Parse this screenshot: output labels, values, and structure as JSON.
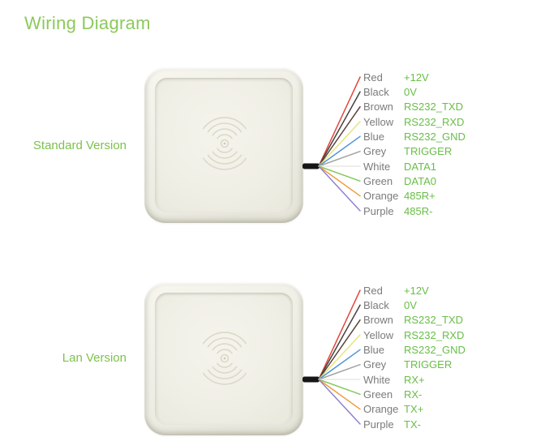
{
  "page": {
    "title": "Wiring Diagram",
    "background": "#ffffff",
    "title_green": "#8cc95c",
    "signal_green": "#68be47",
    "label_grey": "#7b7b7b"
  },
  "sections": [
    {
      "version_label": "Standard Version",
      "device": "rfid-reader-panel",
      "wires": [
        {
          "color": "Red",
          "hex": "#e2483d",
          "signal": "+12V"
        },
        {
          "color": "Black",
          "hex": "#454140",
          "signal": "0V"
        },
        {
          "color": "Brown",
          "hex": "#5a423a",
          "signal": "RS232_TXD"
        },
        {
          "color": "Yellow",
          "hex": "#e5e67c",
          "signal": "RS232_RXD"
        },
        {
          "color": "Blue",
          "hex": "#4f94d6",
          "signal": "RS232_GND"
        },
        {
          "color": "Grey",
          "hex": "#a3a3a3",
          "signal": "TRIGGER"
        },
        {
          "color": "White",
          "hex": "#e9e9e4",
          "signal": "DATA1"
        },
        {
          "color": "Green",
          "hex": "#87c861",
          "signal": "DATA0"
        },
        {
          "color": "Orange",
          "hex": "#f09c3f",
          "signal": "485R+"
        },
        {
          "color": "Purple",
          "hex": "#9181cd",
          "signal": "485R-"
        }
      ]
    },
    {
      "version_label": "Lan Version",
      "device": "rfid-reader-panel",
      "wires": [
        {
          "color": "Red",
          "hex": "#e2483d",
          "signal": "+12V"
        },
        {
          "color": "Black",
          "hex": "#454140",
          "signal": "0V"
        },
        {
          "color": "Brown",
          "hex": "#5a423a",
          "signal": "RS232_TXD"
        },
        {
          "color": "Yellow",
          "hex": "#e5e67c",
          "signal": "RS232_RXD"
        },
        {
          "color": "Blue",
          "hex": "#4f94d6",
          "signal": "RS232_GND"
        },
        {
          "color": "Grey",
          "hex": "#a3a3a3",
          "signal": "TRIGGER"
        },
        {
          "color": "White",
          "hex": "#e9e9e4",
          "signal": "RX+"
        },
        {
          "color": "Green",
          "hex": "#87c861",
          "signal": "RX-"
        },
        {
          "color": "Orange",
          "hex": "#f09c3f",
          "signal": "TX+"
        },
        {
          "color": "Purple",
          "hex": "#9181cd",
          "signal": "TX-"
        }
      ]
    }
  ]
}
